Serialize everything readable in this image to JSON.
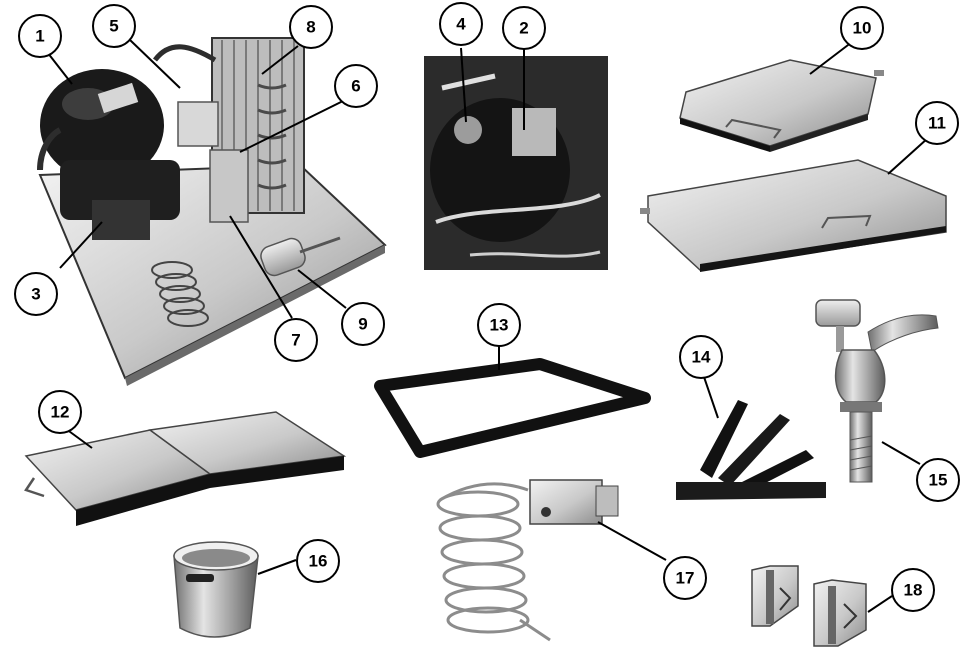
{
  "callouts": [
    {
      "id": "1",
      "label": "1"
    },
    {
      "id": "2",
      "label": "2"
    },
    {
      "id": "3",
      "label": "3"
    },
    {
      "id": "4",
      "label": "4"
    },
    {
      "id": "5",
      "label": "5"
    },
    {
      "id": "6",
      "label": "6"
    },
    {
      "id": "7",
      "label": "7"
    },
    {
      "id": "8",
      "label": "8"
    },
    {
      "id": "9",
      "label": "9"
    },
    {
      "id": "10",
      "label": "10"
    },
    {
      "id": "11",
      "label": "11"
    },
    {
      "id": "12",
      "label": "12"
    },
    {
      "id": "13",
      "label": "13"
    },
    {
      "id": "14",
      "label": "14"
    },
    {
      "id": "15",
      "label": "15"
    },
    {
      "id": "16",
      "label": "16"
    },
    {
      "id": "17",
      "label": "17"
    },
    {
      "id": "18",
      "label": "18"
    }
  ],
  "colors": {
    "line": "#000000",
    "metal_light": "#d9d9d9",
    "metal_mid": "#a8a8a8",
    "metal_dark": "#5a5a5a",
    "black_part": "#1a1a1a",
    "gasket": "#111111",
    "photo_bg": "#2b2b2b"
  }
}
